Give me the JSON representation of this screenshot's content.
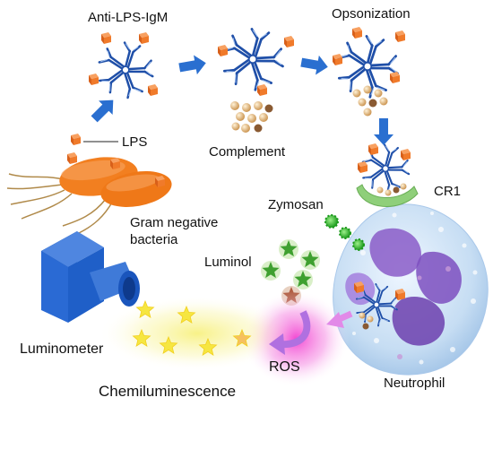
{
  "labels": {
    "anti_lps_igm": "Anti-LPS-IgM",
    "opsonization": "Opsonization",
    "lps": "LPS",
    "complement": "Complement",
    "cr1": "CR1",
    "zymosan": "Zymosan",
    "gram_negative": "Gram negative",
    "bacteria": "bacteria",
    "luminol": "Luminol",
    "luminometer": "Luminometer",
    "ros": "ROS",
    "neutrophil": "Neutrophil",
    "chemiluminescence": "Chemiluminescence"
  },
  "colors": {
    "antibody": "#1f4fa8",
    "antigen": "#f07a2a",
    "flow_arrow": "#2a6fd0",
    "bacteria": "#f27f20",
    "complement_bead": "#d7a45c",
    "receptor": "#8fcf7a",
    "zymosan": "#3bbb2e",
    "neutrophil": "#bcd6f0",
    "nucleus": "#8a5cc8",
    "ros_arrow": "#b070e0",
    "chemiluminescence_glow": "#f040c8",
    "light_star": "#f6e640",
    "luminometer": "#1f5fc8"
  }
}
